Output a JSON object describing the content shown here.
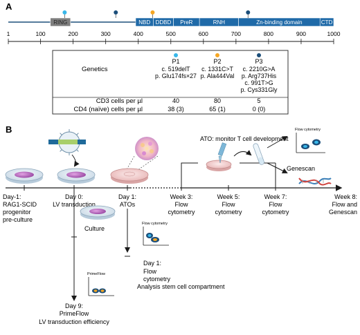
{
  "panel_a": {
    "label": "A",
    "domains": [
      {
        "name": "RING",
        "start": 130,
        "end": 192
      },
      {
        "name": "NBD",
        "start": 392,
        "end": 446
      },
      {
        "name": "DDBD",
        "start": 446,
        "end": 508
      },
      {
        "name": "PreR",
        "start": 508,
        "end": 588
      },
      {
        "name": "RNH",
        "start": 588,
        "end": 708
      },
      {
        "name": "Zn-binding domain",
        "start": 708,
        "end": 958
      },
      {
        "name": "CTD",
        "start": 958,
        "end": 1000
      }
    ],
    "ticks": [
      "1",
      "100",
      "200",
      "300",
      "400",
      "500",
      "600",
      "700",
      "800",
      "900",
      "1000"
    ],
    "markers": [
      {
        "patient": "P1",
        "position": 174,
        "color": "#38b7e9"
      },
      {
        "patient": "P3",
        "position": 331,
        "color": "#1b4e7a"
      },
      {
        "patient": "P2",
        "position": 444,
        "color": "#f5a623"
      },
      {
        "patient": "P3",
        "position": 737,
        "color": "#1b4e7a"
      }
    ],
    "table": {
      "patients": [
        {
          "id": "P1",
          "color": "#38b7e9",
          "genetics": [
            "c. 519delT",
            "p. Glu174fs×27"
          ],
          "cd3": "40",
          "cd4": "38 (3)"
        },
        {
          "id": "P2",
          "color": "#f5a623",
          "genetics": [
            "c. 1331C>T",
            "p. Ala444Val"
          ],
          "cd3": "80",
          "cd4": "65 (1)"
        },
        {
          "id": "P3",
          "color": "#1b4e7a",
          "genetics": [
            "c. 2210G>A",
            "p. Arg737His",
            "c. 991T>G",
            "p. Cys331Gly"
          ],
          "cd3": "5",
          "cd4": "0 (0)"
        }
      ],
      "row_labels": {
        "genetics": "Genetics",
        "cd3": "CD3 cells per µl",
        "cd4": "CD4 (naïve) cells per µl"
      }
    }
  },
  "panel_b": {
    "label": "B",
    "ato_title": "ATO: monitor T cell development",
    "flow_cytometry_label": "Flow cytometry",
    "genescan_label": "Genescan",
    "primeflow_label": "PrimeFlow",
    "culture_label": "Culture",
    "timeline": [
      {
        "lines": [
          "Day-1:",
          "RAG1-SCID",
          "progenitor",
          "pre-culture"
        ]
      },
      {
        "lines": [
          "Day 0:",
          "LV transduction"
        ]
      },
      {
        "lines": [
          "Day 1:",
          "ATOs"
        ]
      },
      {
        "lines": [
          "Week 3:",
          "Flow",
          "cytometry"
        ]
      },
      {
        "lines": [
          "Week 5:",
          "Flow",
          "cytometry"
        ]
      },
      {
        "lines": [
          "Week 7:",
          "Flow",
          "cytometry"
        ]
      },
      {
        "lines": [
          "Week 8:",
          "Flow and",
          "Genescan"
        ]
      }
    ],
    "day1_branch": [
      "Day 1:",
      "Flow",
      "cytometry",
      "Analysis stem cell compartment"
    ],
    "day9_branch": [
      "Day 9:",
      "PrimeFlow",
      "LV transduction efficiency"
    ]
  }
}
